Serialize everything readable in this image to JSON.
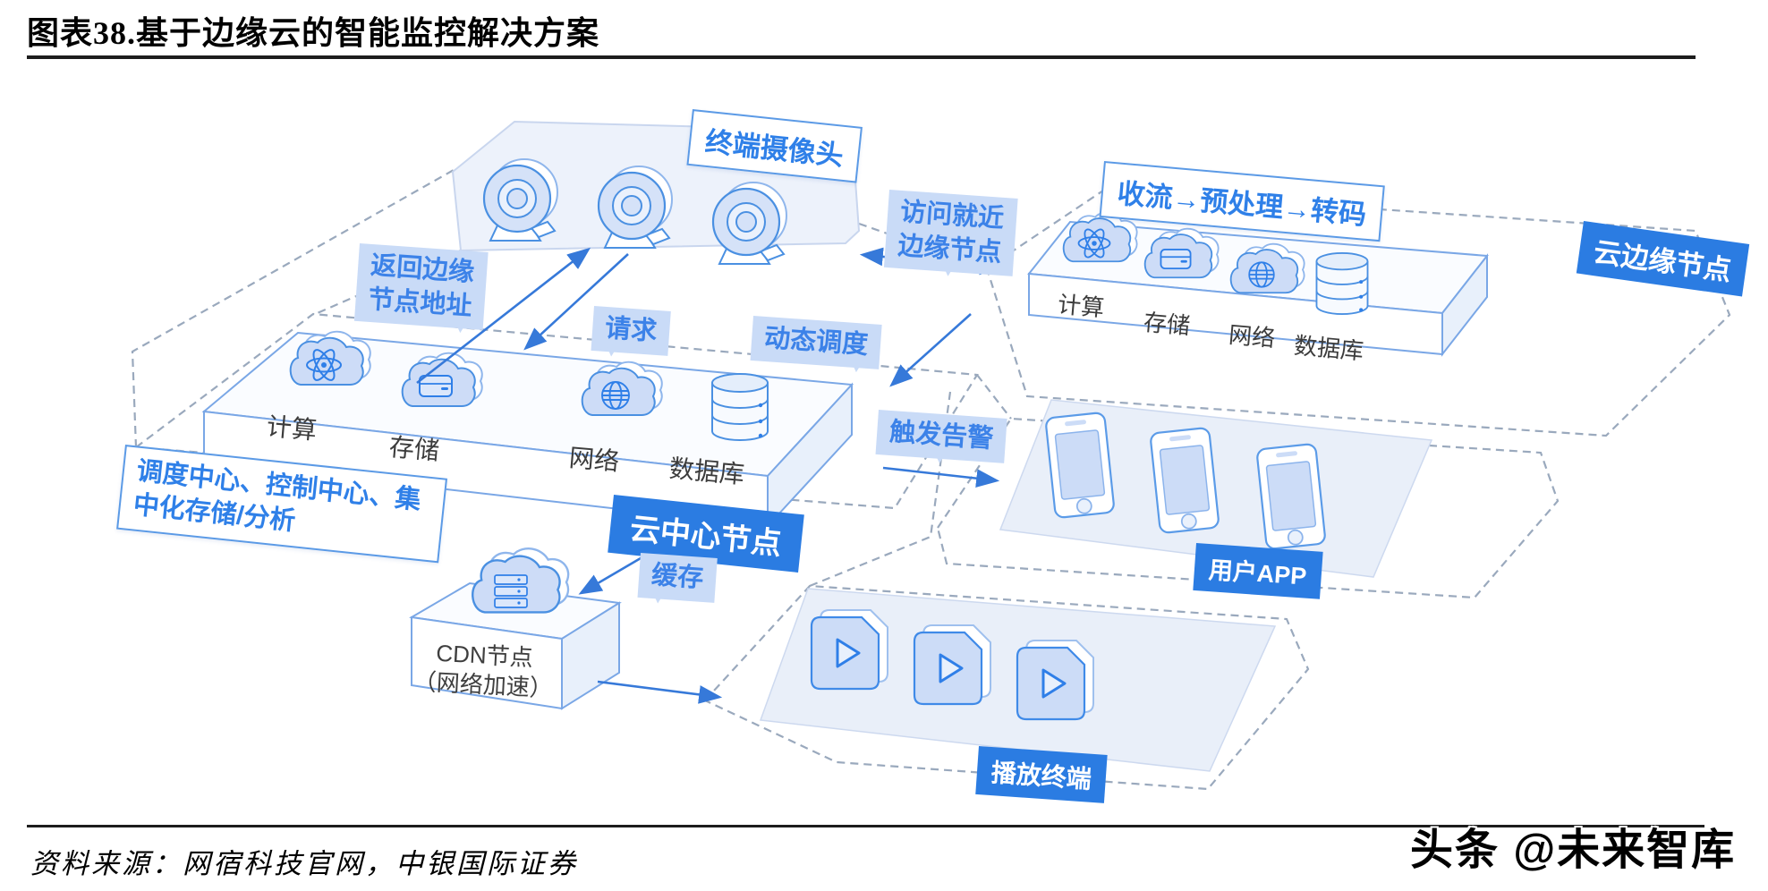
{
  "header": {
    "title": "图表38.基于边缘云的智能监控解决方案"
  },
  "footer": {
    "source": "资料来源：网宿科技官网，中银国际证券",
    "watermark": "头条 @未来智库"
  },
  "colors": {
    "accent_blue": "#2b7ce2",
    "bubble_bg": "#c9dbf7",
    "bubble_text": "#3c82e8",
    "outline_blue": "#4a90e2",
    "arrow_blue": "#3679d9",
    "dash_gray": "#9aa9bd",
    "dark_text": "#3c3c3c"
  },
  "icons": {
    "camera": "webcam-icon",
    "compute": "atom-cloud-icon",
    "storage": "drive-cloud-icon",
    "network": "globe-cloud-icon",
    "database": "database-icon",
    "cdn": "cloud-server-icon",
    "phone": "smartphone-icon",
    "player": "play-file-icon"
  },
  "diagram": {
    "camera_panel": {
      "label": "终端摄像头"
    },
    "edge_node": {
      "process_label": "收流→预处理→转码",
      "panel_label": "云边缘节点",
      "items": [
        "计算",
        "存储",
        "网络",
        "数据库"
      ]
    },
    "center_node": {
      "panel_label": "云中心节点",
      "desc_label": "调度中心、控制中心、集中化存储/分析",
      "items": [
        "计算",
        "存储",
        "网络",
        "数据库"
      ]
    },
    "cdn": {
      "line1": "CDN节点",
      "line2": "（网络加速）"
    },
    "user_app": {
      "label": "用户APP"
    },
    "player": {
      "label": "播放终端"
    },
    "bubbles": {
      "return_addr": "返回边缘节点地址",
      "request": "请求",
      "access_near": "访问就近边缘节点",
      "dynamic": "动态调度",
      "alert": "触发告警",
      "cache": "缓存"
    }
  }
}
